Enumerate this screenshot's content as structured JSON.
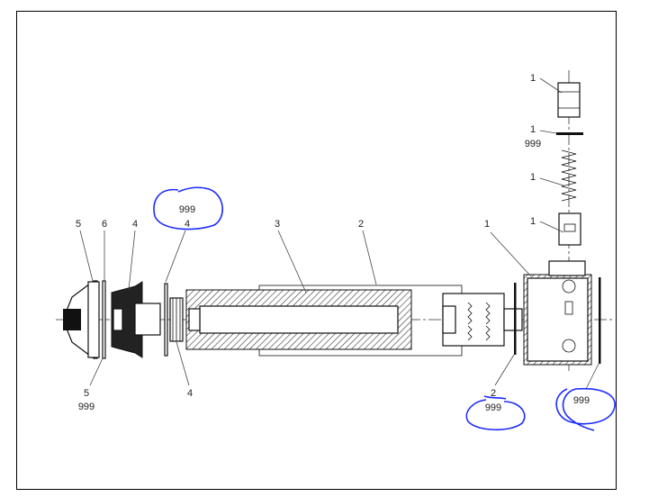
{
  "diagram": {
    "labels": {
      "top_1a": "1",
      "top_1b": "1",
      "top_999": "999",
      "top_1c": "1",
      "top_1d": "1",
      "housing_1": "1",
      "tube_2": "2",
      "element_3": "3",
      "ring_4_top": "4",
      "ring_4_top_999": "999",
      "cone_4": "4",
      "ring_6": "6",
      "cap_5": "5",
      "cap_5_bottom": "5",
      "cap_5_bottom_999": "999",
      "thread_4_bottom": "4",
      "washer_2": "2",
      "washer_2_999": "999",
      "housing_ring_999": "999"
    },
    "colors": {
      "annotation": "#1a2bff",
      "line": "#111111"
    }
  }
}
